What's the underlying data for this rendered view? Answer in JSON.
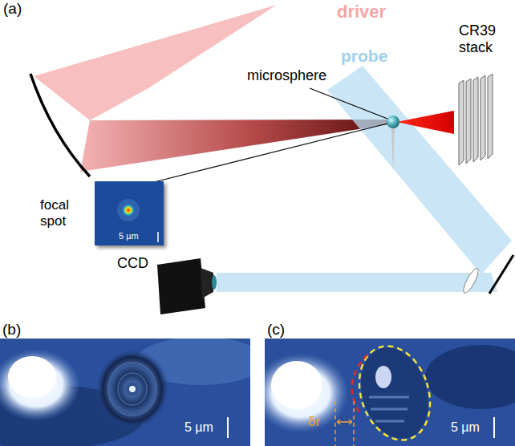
{
  "diagram": {
    "labels": [
      "(a)",
      "driver",
      "probe",
      "microsphere",
      "CR39 stack",
      "focal spot",
      "5 µm",
      "CCD",
      "(b)",
      "5 µm",
      "(c)",
      "5 µm",
      "δr"
    ]
  }
}
